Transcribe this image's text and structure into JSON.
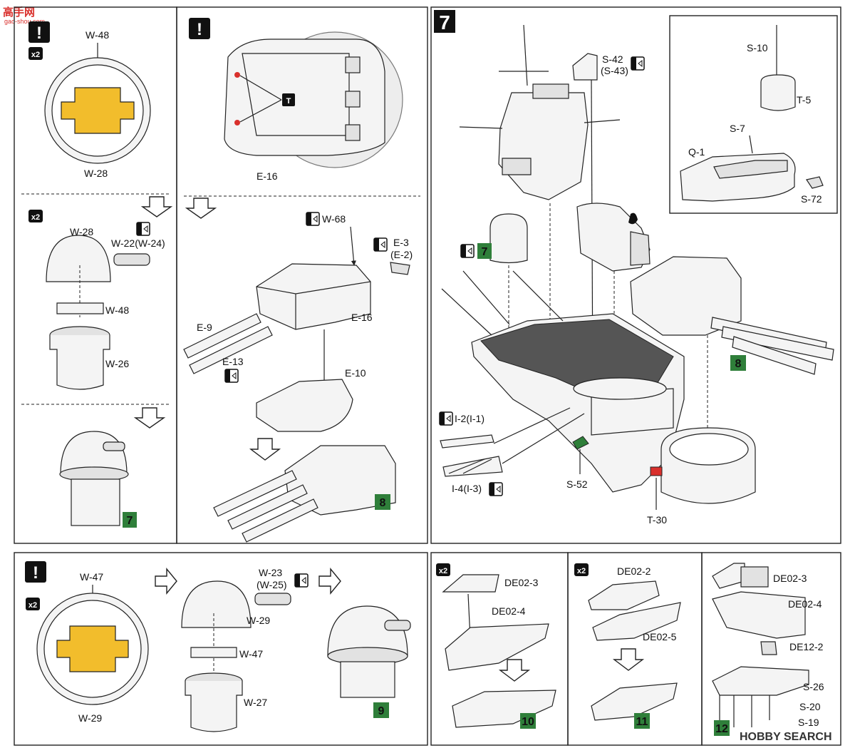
{
  "watermark": {
    "cn": "高手网",
    "url": "gao-shou.com",
    "brand": "HOBBY SEARCH"
  },
  "panel_a": {
    "x2_top": "x2",
    "w48_top": "W-48",
    "w28_bottom": "W-28",
    "x2_mid": "x2",
    "w28_mid": "W-28",
    "w22": "W-22(W-24)",
    "w48_mid": "W-48",
    "w26": "W-26",
    "result": "7"
  },
  "panel_b": {
    "e16_top": "E-16",
    "t_badge": "T",
    "w68": "W-68",
    "e3": "E-3",
    "e2": "(E-2)",
    "e9": "E-9",
    "e16": "E-16",
    "e13": "E-13",
    "e10": "E-10",
    "result": "8"
  },
  "step7": {
    "number": "7",
    "s42": "S-42",
    "s43": "(S-43)",
    "ref7": "7",
    "ref8": "8",
    "i2": "I-2(I-1)",
    "i4": "I-4(I-3)",
    "s52": "S-52",
    "t30": "T-30",
    "inset": {
      "s10": "S-10",
      "t5": "T-5",
      "s7": "S-7",
      "q1": "Q-1",
      "s72": "S-72"
    }
  },
  "panel_c": {
    "w47_top": "W-47",
    "x2": "x2",
    "w29_bottom": "W-29",
    "w23": "W-23",
    "w25": "(W-25)",
    "w29": "W-29",
    "w47": "W-47",
    "w27": "W-27",
    "result": "9"
  },
  "boat10": {
    "x2": "x2",
    "de02_3": "DE02-3",
    "de02_4": "DE02-4",
    "result": "10"
  },
  "boat11": {
    "x2": "x2",
    "de02_2": "DE02-2",
    "de02_5": "DE02-5",
    "result": "11"
  },
  "boat12": {
    "de02_3": "DE02-3",
    "de02_4": "DE02-4",
    "de12_2": "DE12-2",
    "s26": "S-26",
    "s20": "S-20",
    "s19": "S-19",
    "result": "12"
  }
}
